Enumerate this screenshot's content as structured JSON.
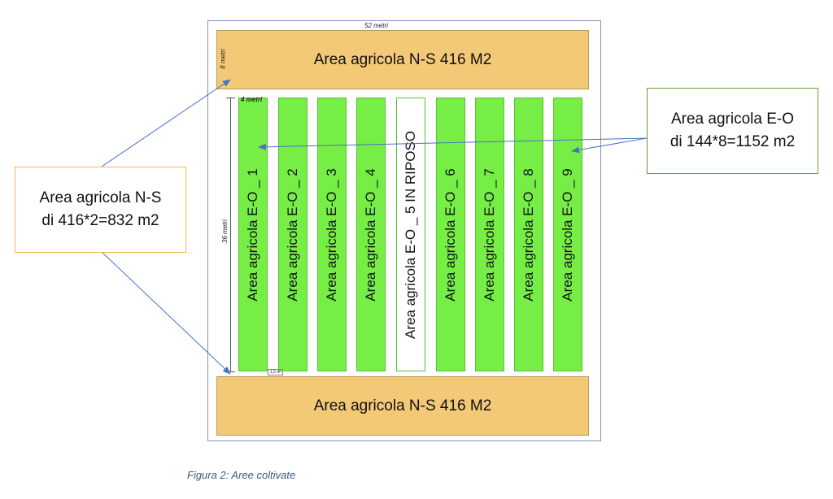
{
  "dimensions": {
    "width": "52 metri",
    "height_ns": "8 metri",
    "strip_width": "4 metri",
    "height_field": "36 metri",
    "gap": "1,5 m"
  },
  "ns_top": "Area agricola N-S 416 M2",
  "ns_bottom": "Area agricola N-S 416 M2",
  "strips": [
    {
      "label": "Area agricola E-O _ 1",
      "resting": false
    },
    {
      "label": "Area agricola E-O _ 2",
      "resting": false
    },
    {
      "label": "Area agricola E-O _ 3",
      "resting": false
    },
    {
      "label": "Area agricola E-O _ 4",
      "resting": false
    },
    {
      "label": "Area agricola E-O _ 5 IN RIPOSO",
      "resting": true
    },
    {
      "label": "Area agricola E-O _ 6",
      "resting": false
    },
    {
      "label": "Area agricola E-O _ 7",
      "resting": false
    },
    {
      "label": "Area agricola E-O _ 8",
      "resting": false
    },
    {
      "label": "Area agricola E-O _ 9",
      "resting": false
    }
  ],
  "callout_left": {
    "line1": "Area agricola N-S",
    "line2": "di 416*2=832 m2",
    "border": "#f5b942"
  },
  "callout_right": {
    "line1": "Area agricola E-O",
    "line2": "di 144*8=1152 m2",
    "border": "#6a9a3a"
  },
  "caption": "Figura 2: Aree coltivate",
  "colors": {
    "ns_fill": "#f3c977",
    "strip_fill": "#76ee46",
    "arrow": "#4a72c4"
  }
}
